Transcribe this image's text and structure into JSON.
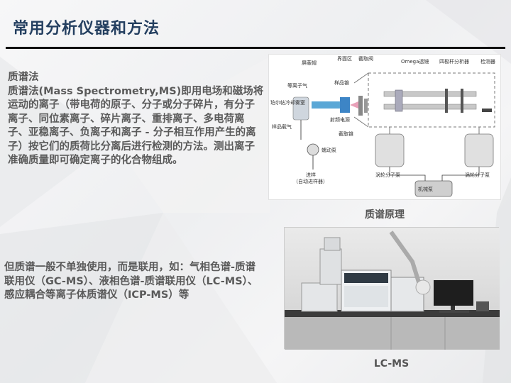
{
  "slide": {
    "title": "常用分析仪器和方法",
    "paragraph1": {
      "heading": "质谱法",
      "body": "质谱法(Mass Spectrometry,MS)即用电场和磁场将运动的离子（带电荷的原子、分子或分子碎片，有分子离子、同位素离子、碎片离子、重排离子、多电荷离子、亚稳离子、负离子和离子 - 分子相互作用产生的离子）按它们的质荷比分离后进行检测的方法。测出离子准确质量即可确定离子的化合物组成。"
    },
    "paragraph2": "但质谱一般不单独使用，而是联用，如：气相色谱-质谱联用仪（GC-MS）、液相色谱-质谱联用仪（LC-MS）、感应耦合等离子体质谱仪（ICP-MS）等",
    "figure1": {
      "caption": "质谱原理",
      "labels": {
        "shield": "屏蔽帽",
        "interface": "界面区",
        "cutoff_valve": "截取阀",
        "omega_lens": "Omega透镜",
        "quadrupole": "四极杆分析器",
        "detector": "检测器",
        "plasma_gas": "等离子气",
        "peltier": "珀尔帖冷却雾室",
        "sample_cone": "样品锥",
        "carrier_gas": "样品载气",
        "rf_source": "射频电源",
        "skimmer_cone": "截取锥",
        "peristaltic_pump": "蠕动泵",
        "injection": "进样",
        "autosampler": "（自动进样器）",
        "turbo_pump_1": "涡轮分子泵",
        "turbo_pump_2": "涡轮分子泵",
        "mech_pump": "机械泵"
      }
    },
    "figure2": {
      "caption": "LC-MS"
    }
  }
}
